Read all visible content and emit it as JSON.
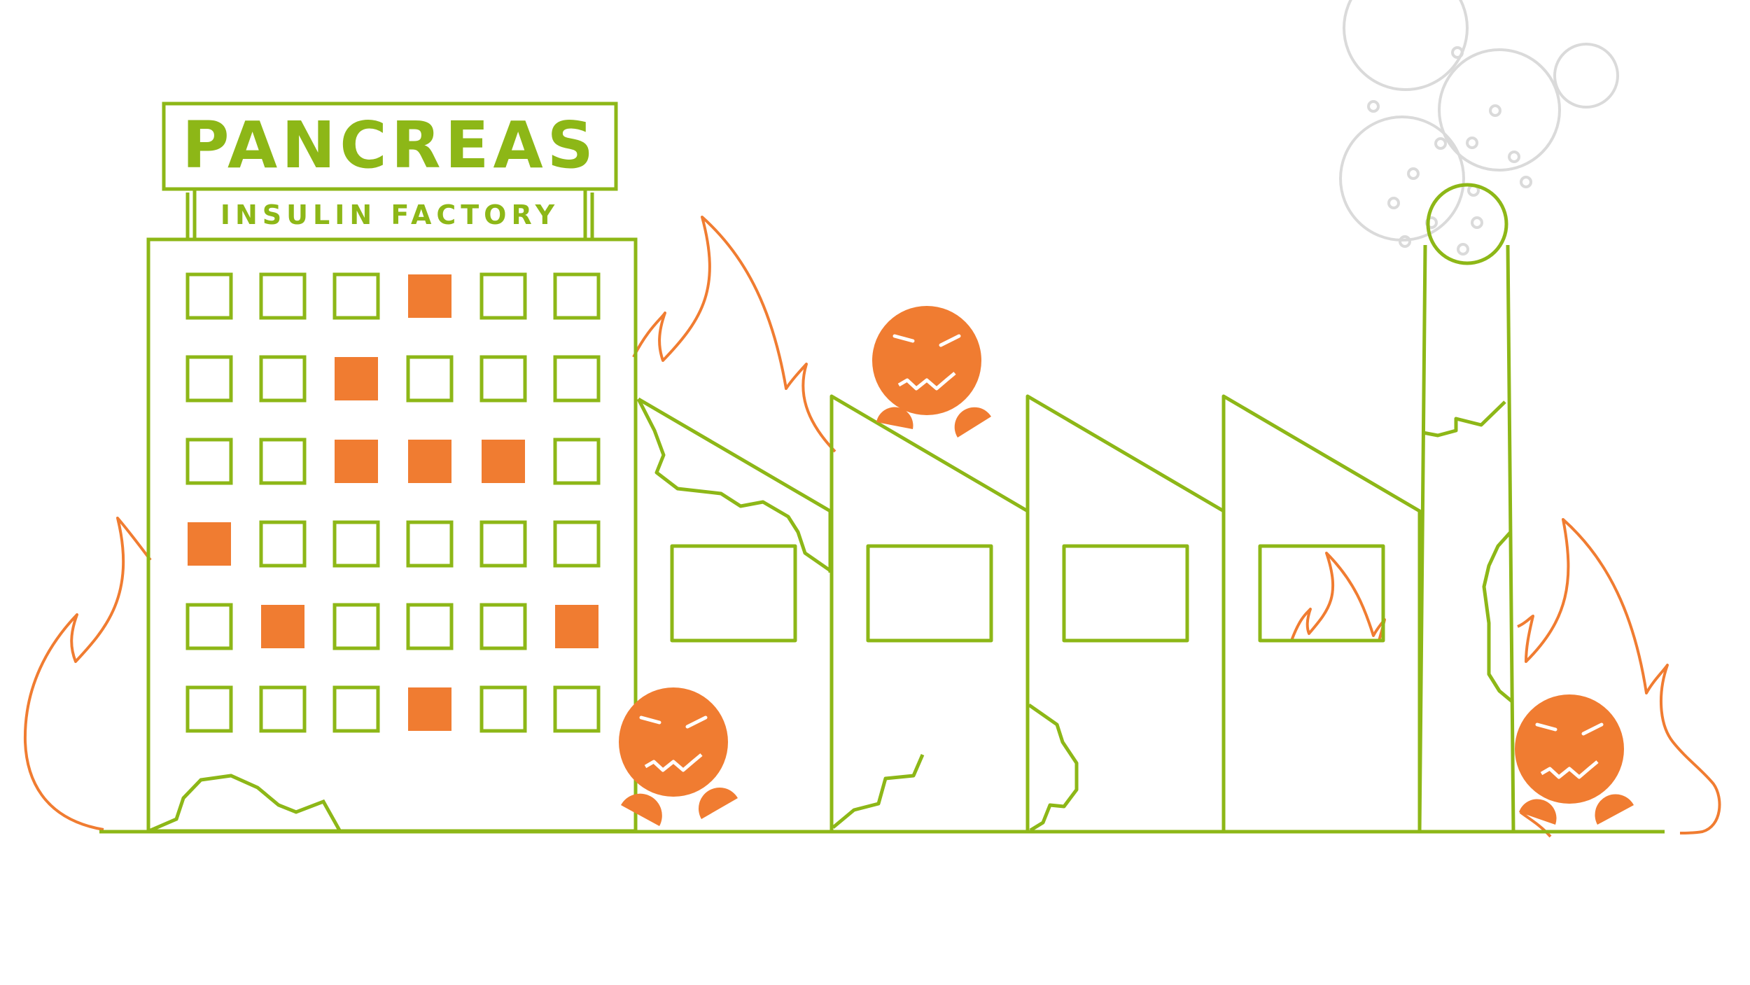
{
  "sign": {
    "title": "PANCREAS",
    "subtitle": "INSULIN FACTORY"
  },
  "colors": {
    "building": "#8db717",
    "fire": "#f07c31",
    "smoke": "#d8d8d8",
    "window_burning": "#f07c31",
    "face_marks": "#ffffff"
  },
  "office_windows": {
    "rows": 6,
    "cols": 6,
    "burning": [
      [
        0,
        3
      ],
      [
        1,
        2
      ],
      [
        2,
        2
      ],
      [
        2,
        3
      ],
      [
        2,
        4
      ],
      [
        3,
        0
      ],
      [
        4,
        1
      ],
      [
        4,
        5
      ],
      [
        5,
        3
      ]
    ]
  },
  "icons": [
    "fire-icon",
    "angry-face-icon",
    "smoke-bubble-icon",
    "factory-icon"
  ]
}
